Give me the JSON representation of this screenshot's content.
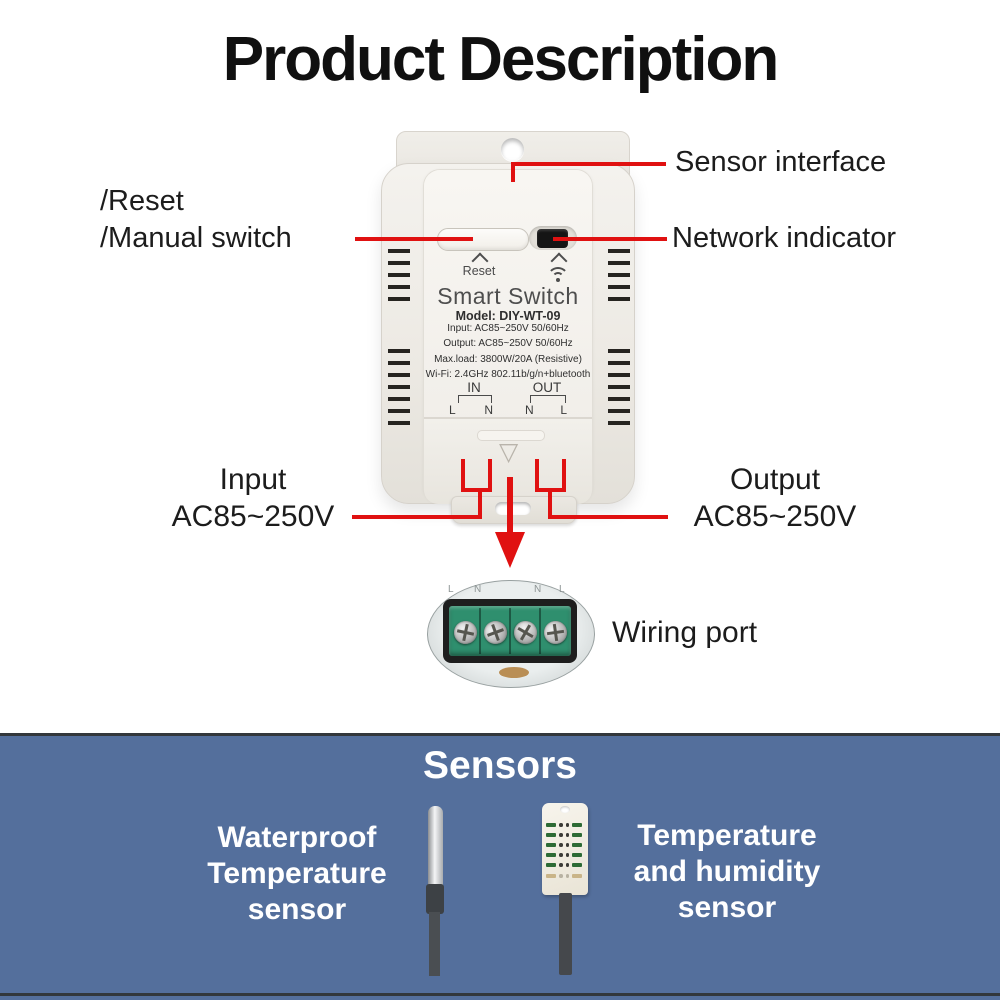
{
  "title": "Product Description",
  "callouts": {
    "sensor_interface": "Sensor interface",
    "reset": "/Reset",
    "manual_switch": "/Manual switch",
    "network_indicator": "Network indicator",
    "input": {
      "name": "Input",
      "voltage": "AC85~250V"
    },
    "output": {
      "name": "Output",
      "voltage": "AC85~250V"
    },
    "wiring_port": "Wiring port"
  },
  "device": {
    "name": "Smart Switch",
    "model": "Model: DIY-WT-09",
    "specs": [
      "Input: AC85~250V 50/60Hz",
      "Output: AC85~250V 50/60Hz",
      "Max.load: 3800W/20A (Resistive)",
      "Wi-Fi: 2.4GHz 802.11b/g/n+bluetooth"
    ],
    "reset_label": "Reset",
    "in_label": "IN",
    "out_label": "OUT",
    "in_terminals": [
      "L",
      "N"
    ],
    "out_terminals": [
      "N",
      "L"
    ],
    "wiring_terminals": [
      "L",
      "N",
      "N",
      "L"
    ]
  },
  "sensors": {
    "heading": "Sensors",
    "waterproof_lines": [
      "Waterproof",
      "Temperature",
      "sensor"
    ],
    "humidity_lines": [
      "Temperature",
      "and humidity",
      "sensor"
    ]
  },
  "icons": {
    "triangle_down": "▽"
  },
  "colors": {
    "accent_red": "#e01111",
    "panel_blue": "#546f9c",
    "terminal_green": "#2f8f6e",
    "device_body": "#f1eee9"
  }
}
